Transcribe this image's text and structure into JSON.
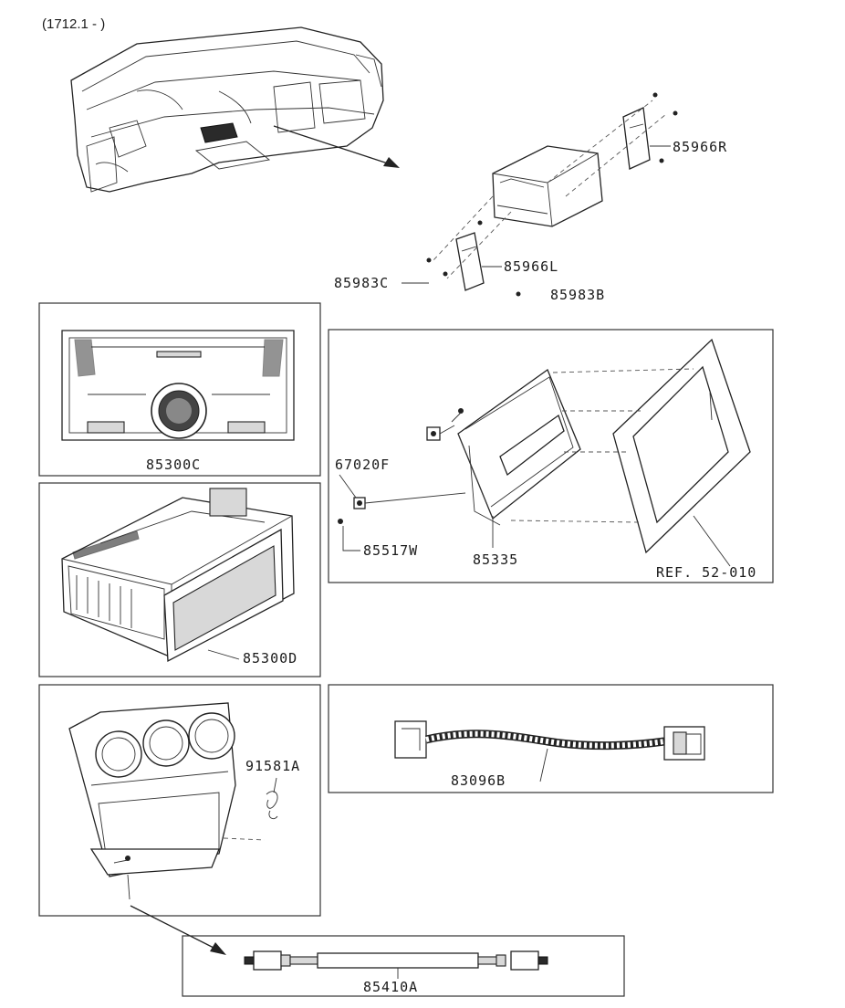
{
  "header": {
    "date_range": "(1712.1 - )"
  },
  "parts": {
    "p85966R": "85966R",
    "p85966L": "85966L",
    "p85983C": "85983C",
    "p85983B": "85983B",
    "p85300C": "85300C",
    "p85300D": "85300D",
    "p67020F": "67020F",
    "p85517W": "85517W",
    "p85335": "85335",
    "ref52010": "REF. 52-010",
    "p91581A": "91581A",
    "p83096B": "83096B",
    "p85410A": "85410A"
  },
  "icons": [
    "dashboard-illustration",
    "mounting-bracket",
    "audio-head-unit",
    "navigation-unit",
    "console-panel",
    "wire-harness",
    "extension-cable"
  ]
}
